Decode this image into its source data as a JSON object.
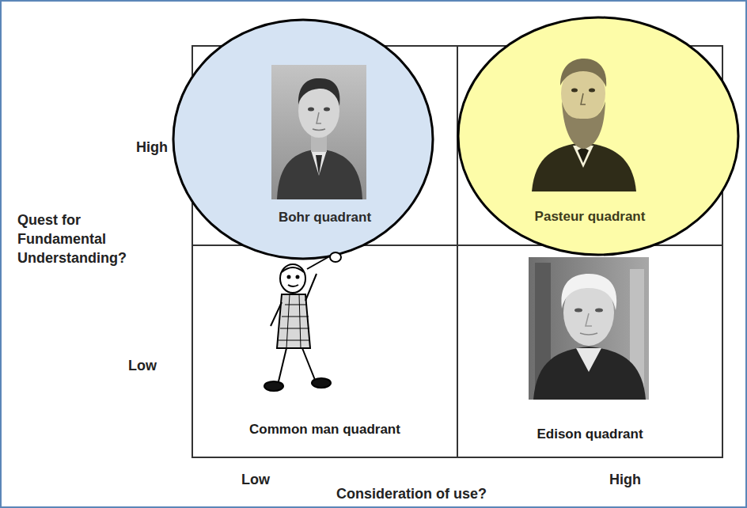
{
  "diagram": {
    "nodes": [
      {
        "text": [
          "Bohr quadrant"
        ]
      },
      {
        "text": [
          "Pasteur quadrant"
        ]
      },
      {
        "text": [
          "Common man quadrant"
        ]
      },
      {
        "text": [
          "Edison quadrant"
        ]
      }
    ],
    "labels": [
      "High",
      "Quest for Fundamental Understanding?",
      "Low",
      "Low",
      "Consideration of use?",
      "High"
    ]
  }
}
